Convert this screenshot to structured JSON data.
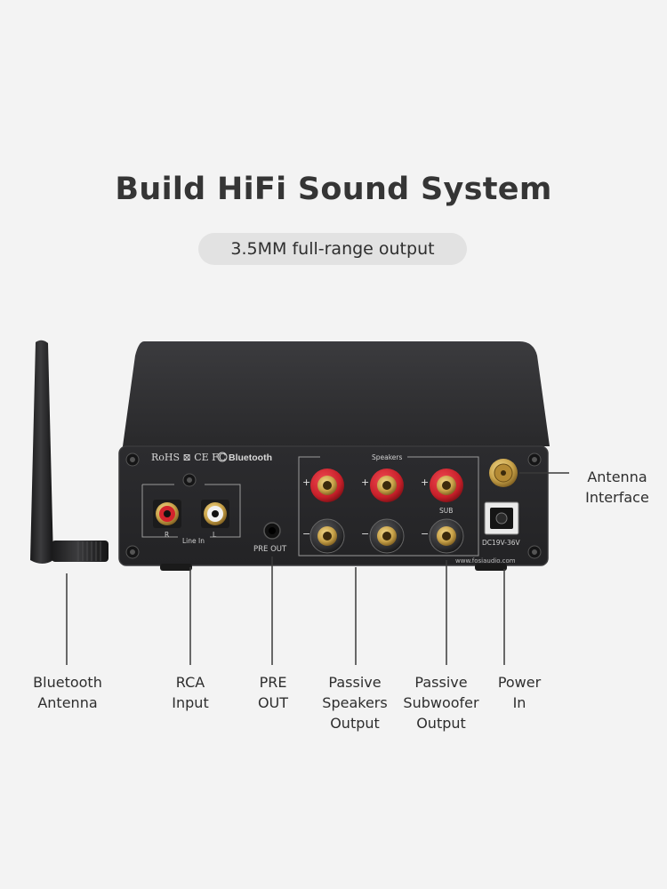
{
  "header": {
    "title": "Build HiFi Sound System",
    "subtitle": "3.5MM full-range output"
  },
  "device": {
    "certifications": "RoHS ⊠ CE FC",
    "bluetooth_mark": "Bluetooth",
    "speakers_label": "Speakers",
    "line_in_label": "Line In",
    "rca_right": "R",
    "rca_left": "L",
    "pre_out_label": "PRE OUT",
    "sub_label": "SUB",
    "power_rating": "DC19V-36V",
    "website": "www.fosiaudio.com",
    "plus_sign": "+",
    "minus_sign": "−"
  },
  "callouts": {
    "antenna_interface": "Antenna\nInterface",
    "bluetooth_antenna": "Bluetooth\nAntenna",
    "rca_input": "RCA\nInput",
    "pre_out": "PRE\nOUT",
    "passive_speakers": "Passive\nSpeakers\nOutput",
    "passive_subwoofer": "Passive\nSubwoofer\nOutput",
    "power_in": "Power\nIn"
  },
  "colors": {
    "background": "#f3f3f3",
    "device_body": "#2a2a2c",
    "binding_post_red": "#c8202a",
    "binding_post_black": "#3a3a3a",
    "gold": "#c9a34a"
  }
}
